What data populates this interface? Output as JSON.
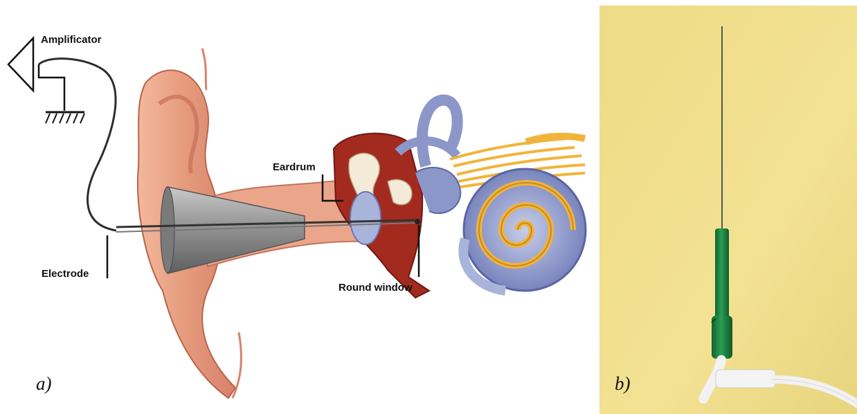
{
  "panel_a": {
    "labels": {
      "amplificator": "Amplificator",
      "eardrum": "Eardrum",
      "electrode": "Electrode",
      "round_window": "Round window"
    },
    "sublabel": "a)"
  },
  "panel_b": {
    "sublabel": "b)"
  },
  "colors": {
    "skin": "#e9a488",
    "skin_dark": "#b8644a",
    "cochlea_blue": "#8c97c9",
    "nerve_gold": "#f1b43a",
    "middle_ear_red": "#a32a1e",
    "photo_background": "#f1e08e",
    "handle_green": "#1f8a45"
  }
}
